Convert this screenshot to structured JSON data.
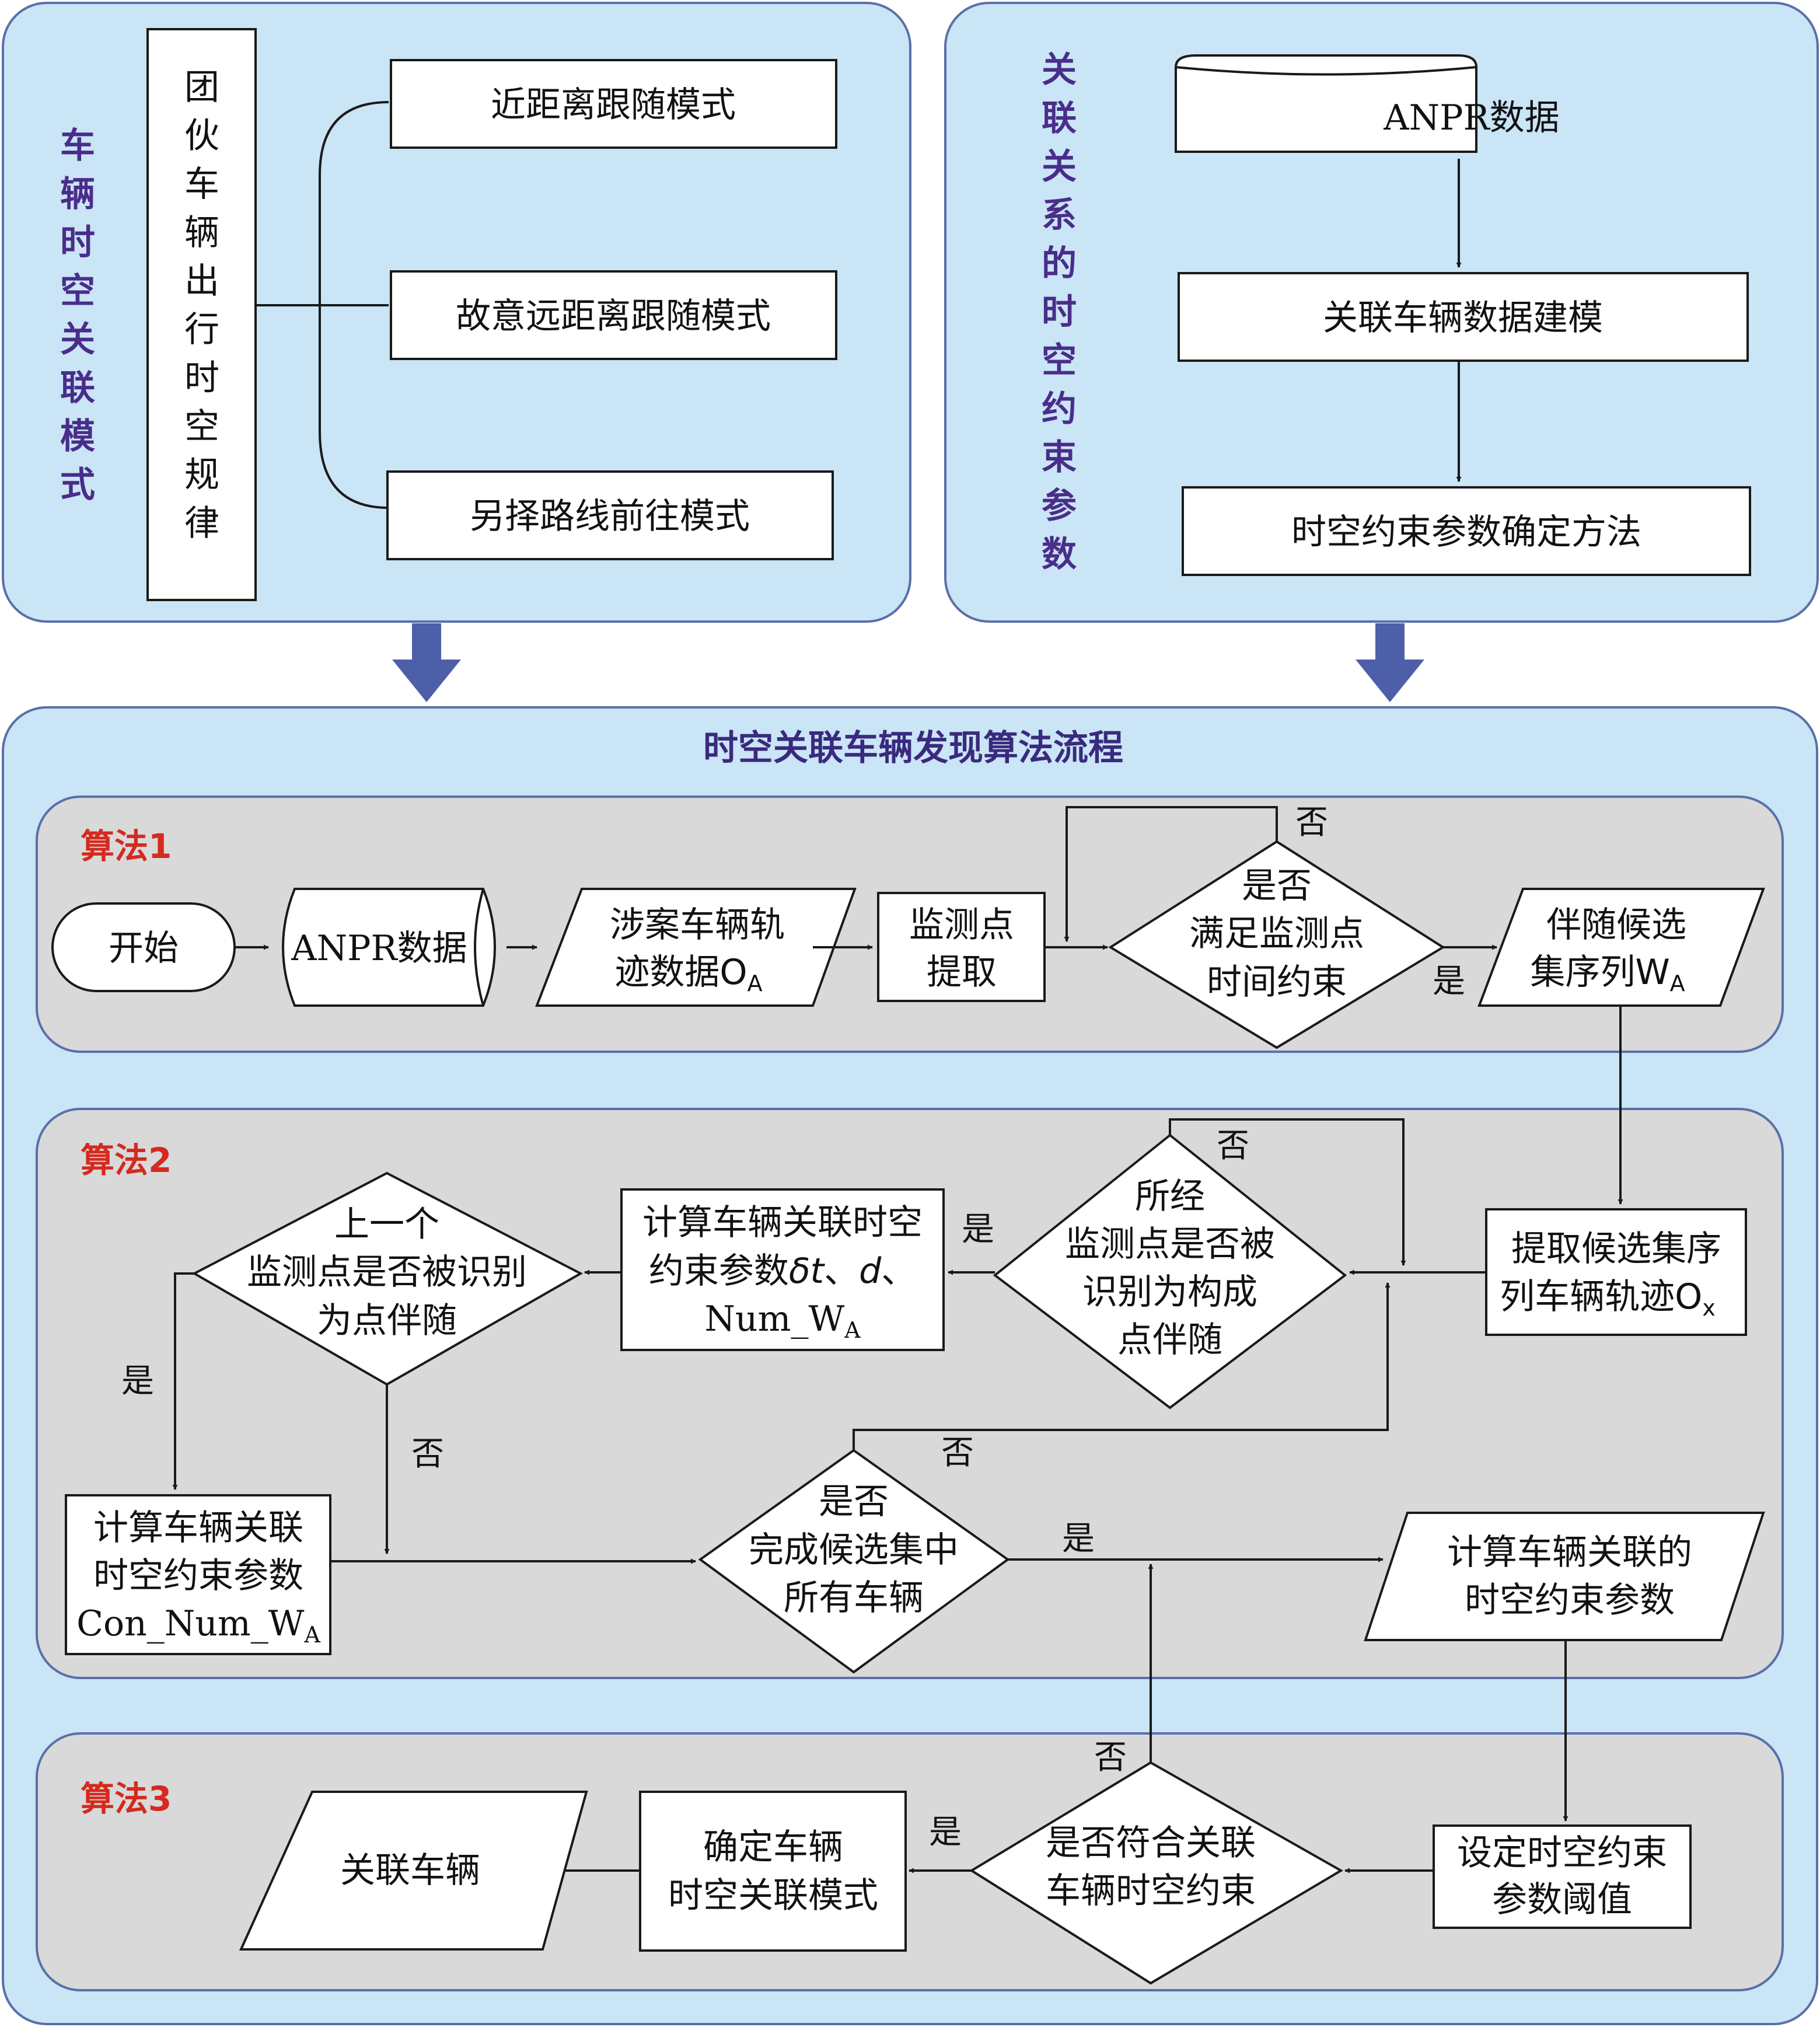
{
  "top_left": {
    "side_title": "车辆时空关联模式",
    "group_label": "团伙车辆出行时空规律",
    "modes": [
      "近距离跟随模式",
      "故意远距离跟随模式",
      "另择路线前往模式"
    ]
  },
  "top_right": {
    "side_title": "关联关系的时空约束参数",
    "steps": [
      "ANPR数据",
      "关联车辆数据建模",
      "时空约束参数确定方法"
    ]
  },
  "main": {
    "title": "时空关联车辆发现算法流程"
  },
  "algo1": {
    "label": "算法1",
    "start": "开始",
    "anpr": "ANPR数据",
    "trajectory": {
      "line1": "涉案车辆轨",
      "line2": "迹数据O",
      "sub": "A"
    },
    "extract": {
      "line1": "监测点",
      "line2": "提取"
    },
    "decision": {
      "line1": "是否",
      "line2": "满足监测点",
      "line3": "时间约束"
    },
    "candidate": {
      "line1": "伴随候选",
      "line2": "集序列W",
      "sub": "A"
    },
    "no": "否",
    "yes": "是"
  },
  "algo2": {
    "label": "算法2",
    "extract_traj": {
      "line1": "提取候选集序",
      "line2": "列车辆轨迹O",
      "sub": "x"
    },
    "decision_point": {
      "line1": "所经",
      "line2": "监测点是否被",
      "line3": "识别为构成",
      "line4": "点伴随"
    },
    "compute_params": {
      "line1": "计算车辆关联时空",
      "line2_a": "约束参数",
      "line2_b": "δt",
      "line2_c": "、",
      "line2_d": "d",
      "line2_e": "、",
      "line3": "Num_W",
      "sub": "A"
    },
    "decision_prev": {
      "line1": "上一个",
      "line2": "监测点是否被识别",
      "line3": "为点伴随"
    },
    "compute_con": {
      "line1": "计算车辆关联",
      "line2": "时空约束参数",
      "line3": "Con_Num_W",
      "sub": "A"
    },
    "decision_done": {
      "line1": "是否",
      "line2": "完成候选集中",
      "line3": "所有车辆"
    },
    "compute_assoc": {
      "line1": "计算车辆关联的",
      "line2": "时空约束参数"
    },
    "no_top": "否",
    "yes_left": "是",
    "yes_prev": "是",
    "no_prev": "否",
    "no_done": "否",
    "yes_done": "是"
  },
  "algo3": {
    "label": "算法3",
    "threshold": {
      "line1": "设定时空约束",
      "line2": "参数阈值"
    },
    "decision": {
      "line1": "是否符合关联",
      "line2": "车辆时空约束"
    },
    "determine": {
      "line1": "确定车辆",
      "line2": "时空关联模式"
    },
    "result": "关联车辆",
    "yes": "是",
    "no": "否"
  }
}
